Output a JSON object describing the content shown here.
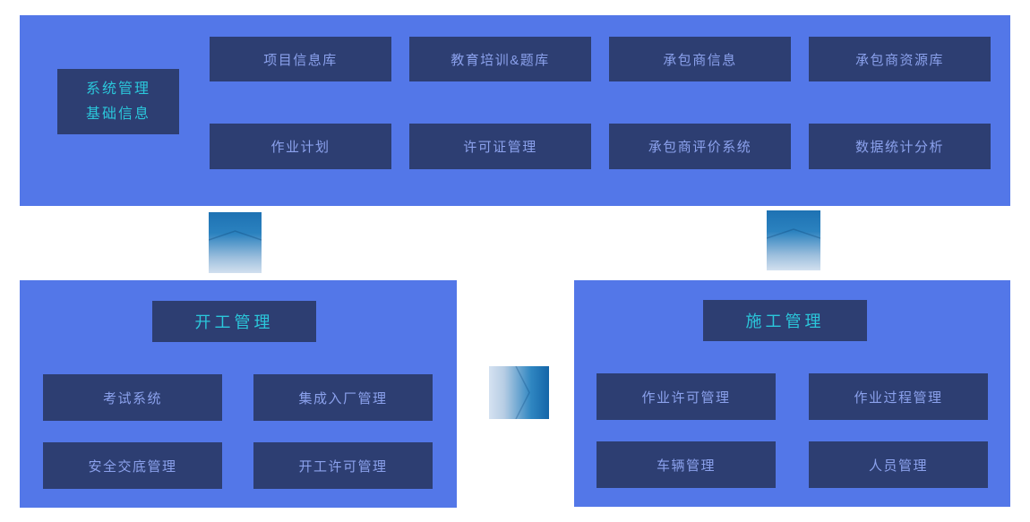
{
  "colors": {
    "panel_blue": "#5377e8",
    "module_navy": "#2d3e72",
    "module_text": "#8ba1ec",
    "accent_cyan": "#2bc7db",
    "connector_dark": "#1e72b3",
    "connector_light": "#d2e0ef",
    "background": "#ffffff"
  },
  "top_section": {
    "label_line1": "系统管理",
    "label_line2": "基础信息",
    "row1": [
      "项目信息库",
      "教育培训&题库",
      "承包商信息",
      "承包商资源库"
    ],
    "row2": [
      "作业计划",
      "许可证管理",
      "承包商评价系统",
      "数据统计分析"
    ]
  },
  "start_section": {
    "title": "开工管理",
    "row1": [
      "考试系统",
      "集成入厂管理"
    ],
    "row2": [
      "安全交底管理",
      "开工许可管理"
    ]
  },
  "construction_section": {
    "title": "施工管理",
    "row1": [
      "作业许可管理",
      "作业过程管理"
    ],
    "row2": [
      "车辆管理",
      "人员管理"
    ]
  },
  "connectors": [
    {
      "name": "top-to-start",
      "direction": "down"
    },
    {
      "name": "top-to-construction",
      "direction": "down"
    },
    {
      "name": "start-to-construction",
      "direction": "right"
    }
  ]
}
